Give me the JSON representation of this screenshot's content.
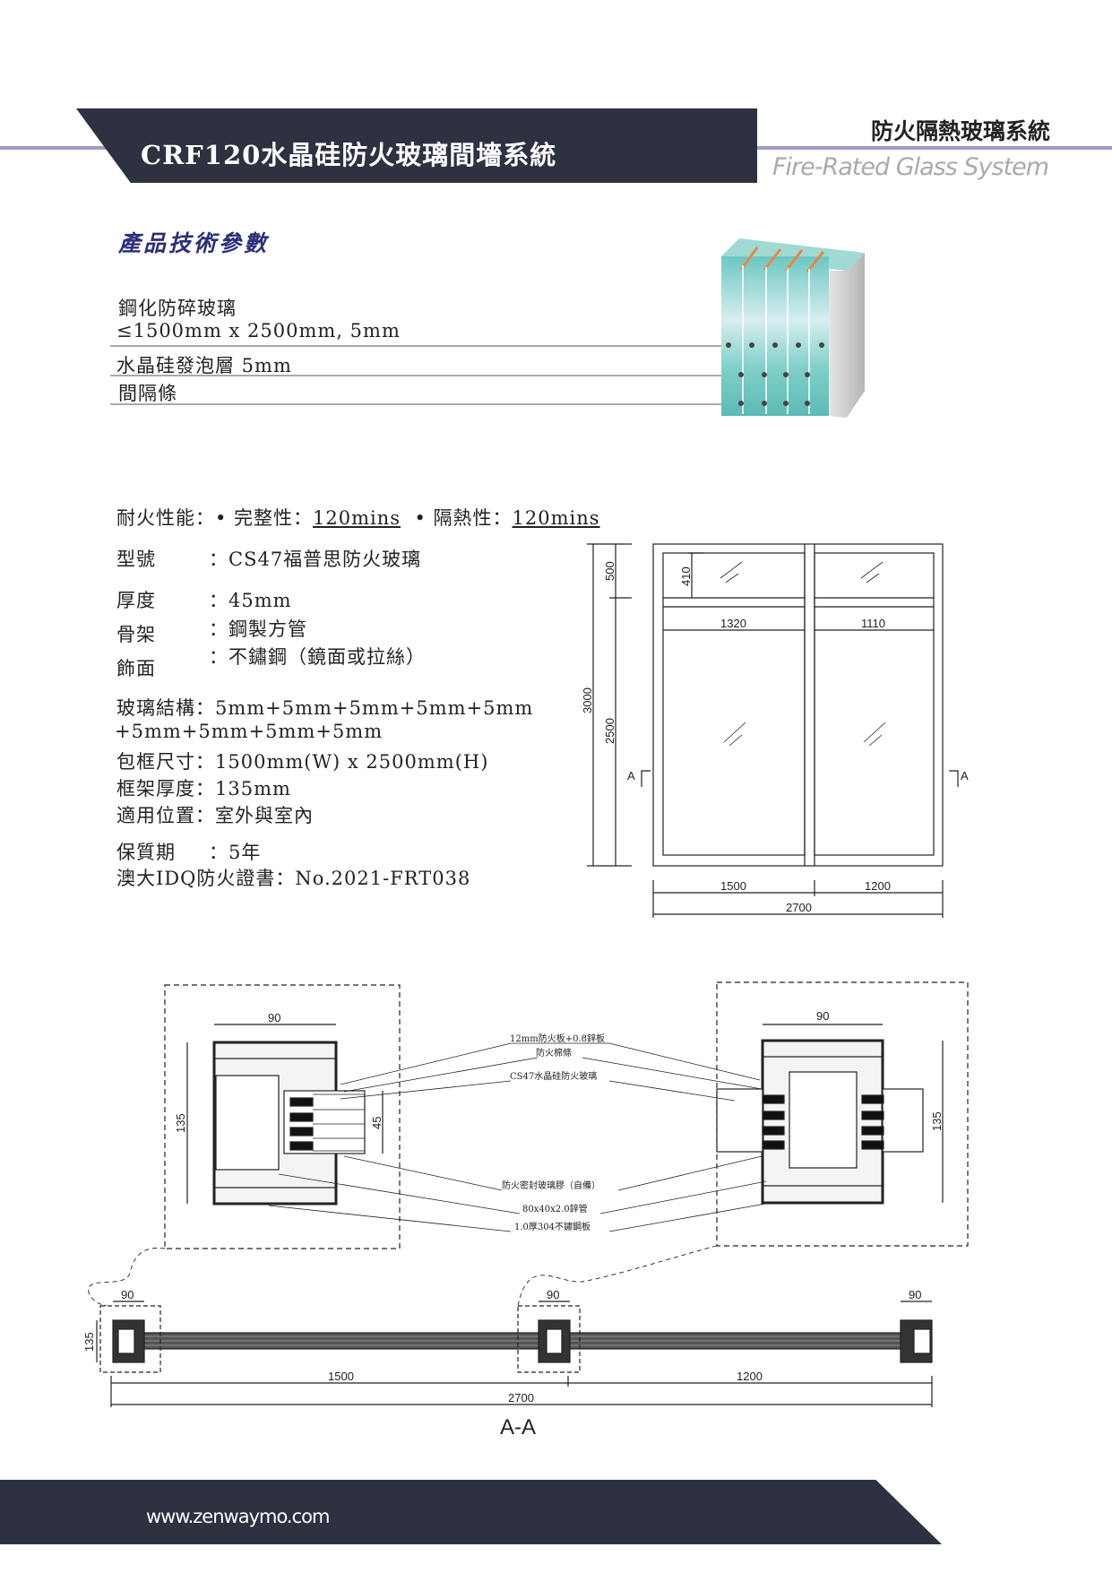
{
  "header": {
    "title": "CRF120水晶硅防火玻璃間墻系統",
    "category": "防火隔熱玻璃系統",
    "category_en": "Fire-Rated Glass System"
  },
  "section_title": "產品技術參數",
  "layers": {
    "l1a": "鋼化防碎玻璃",
    "l1b": "≤1500mm x 2500mm, 5mm",
    "l2": "水晶硅發泡層 5mm",
    "l3": "間隔條"
  },
  "specs": {
    "fire_label": "耐火性能：• 完整性：",
    "integrity": "120mins",
    "insul_label": "• 隔熱性：",
    "insulation": "120mins",
    "model_label": "型號",
    "model": "：CS47福普思防火玻璃",
    "thickness_label": "厚度",
    "thickness": "：45mm",
    "frame_label": "骨架",
    "frame": "：鋼製方管",
    "finish_label": "飾面",
    "finish": "：不鏽鋼（鏡面或拉絲）",
    "structure": "玻璃結構：5mm+5mm+5mm+5mm+5mm",
    "structure2": "+5mm+5mm+5mm+5mm",
    "size": "包框尺寸：1500mm(W) x 2500mm(H)",
    "frame_depth": "框架厚度：135mm",
    "location": "適用位置：室外與室內",
    "warranty_label": "保質期",
    "warranty": "：5年",
    "cert": "澳大IDQ防火證書：No.2021-FRT038"
  },
  "elevation": {
    "d3000": "3000",
    "d2500": "2500",
    "d500": "500",
    "d410": "410",
    "d1320": "1320",
    "d1110": "1110",
    "d1500": "1500",
    "d1200": "1200",
    "d2700": "2700",
    "sec": "A"
  },
  "detail": {
    "d90": "90",
    "d135": "135",
    "d45": "45",
    "labels": [
      "12mm防火板+0.8鋅板",
      "防火棉條",
      "CS47水晶硅防火玻璃",
      "防火密封玻璃膠（自備）",
      "80x40x2.0鋅管",
      "1.0厚304不鏽鋼板"
    ]
  },
  "plan": {
    "d90": "90",
    "d135": "135",
    "d1500": "1500",
    "d1200": "1200",
    "d2700": "2700",
    "title": "A-A"
  },
  "footer": {
    "url": "www.zenwaymo.com"
  }
}
